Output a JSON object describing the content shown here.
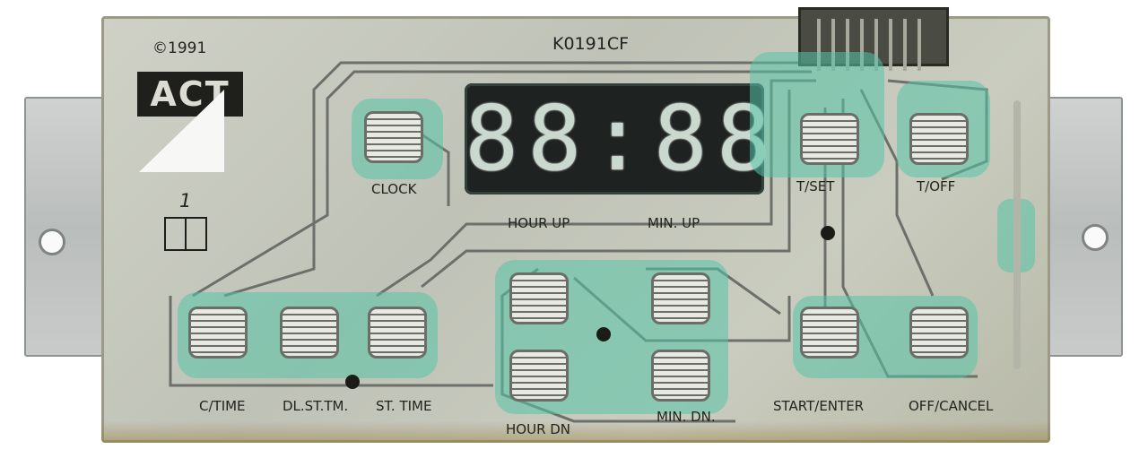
{
  "board": {
    "copyright": "©1991",
    "part_number": "K0191CF",
    "logo_text": "ACT",
    "marking": "1"
  },
  "display": {
    "digits": "88:88"
  },
  "labels": {
    "clock": "CLOCK",
    "hour_up": "HOUR UP",
    "min_up": "MIN. UP",
    "t_set": "T/SET",
    "t_off": "T/OFF",
    "c_time": "C/TIME",
    "dl_st_tm": "DL.ST.TM.",
    "st_time": "ST. TIME",
    "hour_dn": "HOUR DN",
    "min_dn": "MIN. DN.",
    "start_enter": "START/ENTER",
    "off_cancel": "OFF/CANCEL"
  },
  "colors": {
    "board": "#c7cabd",
    "pad_highlight": "#56c4a8",
    "display": "#1e2220"
  }
}
